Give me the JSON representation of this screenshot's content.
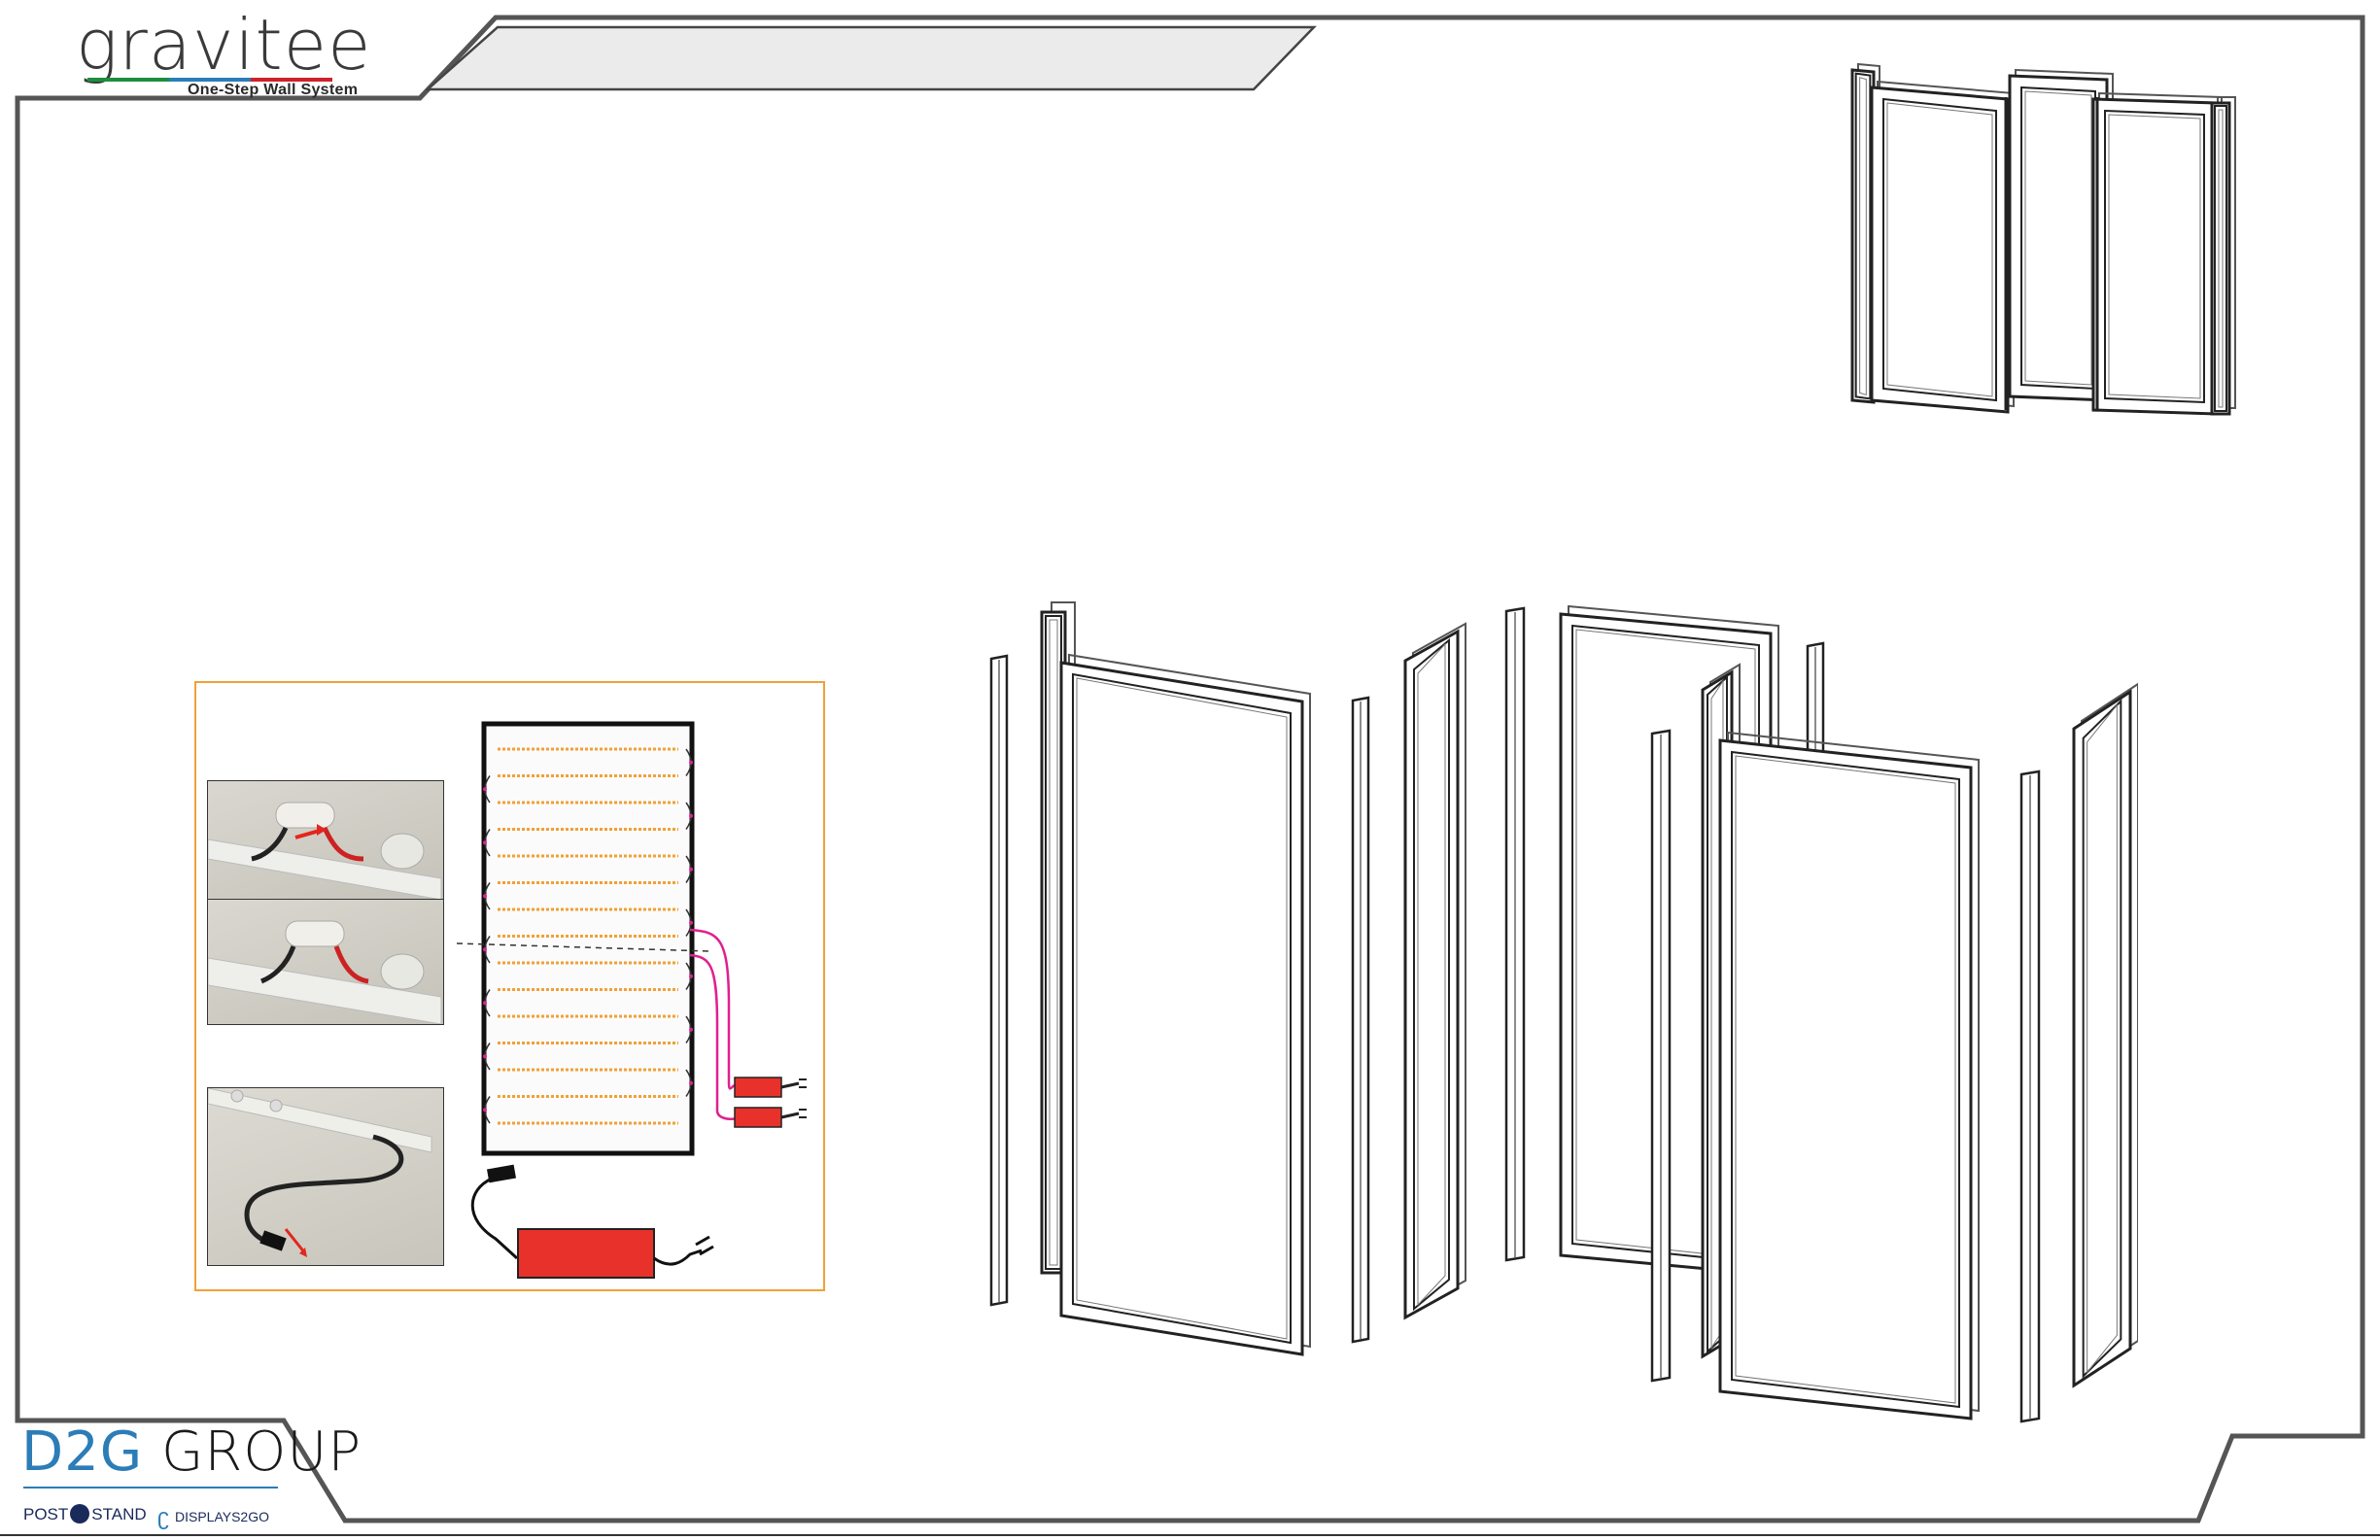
{
  "header": {
    "logo_text": "gravitee",
    "tagline": "One-Step Wall System",
    "accent_colors": [
      "#1e8e3e",
      "#2c7db7",
      "#d0202a"
    ]
  },
  "footer": {
    "group_logo_d2g": "D2G",
    "group_logo_group": "GROUP",
    "sub_brand_1_left": "POST",
    "sub_brand_1_right": "STAND",
    "sub_brand_2": "DISPLAYS2GO"
  },
  "colors": {
    "border": "#555555",
    "title_bar_fill": "#ebebeb",
    "callout_border": "#f0a13a",
    "led_strip": "#f0a13a",
    "wire": "#e0208f",
    "power_supply": "#e8312a",
    "brand_blue": "#2c7db7"
  },
  "icons": [
    "led-connector-photo",
    "power-cable-photo",
    "power-supply-icon",
    "plug-icon",
    "arrow-icon"
  ]
}
